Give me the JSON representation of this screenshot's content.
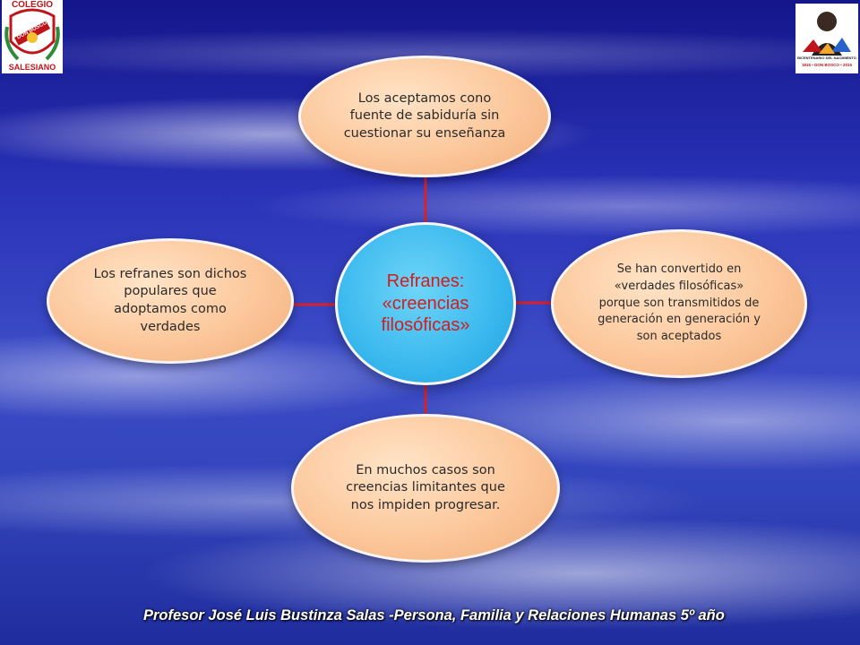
{
  "diagram": {
    "center": "Refranes: «creencias filosóficas»",
    "nodes": {
      "top": "Los aceptamos cono fuente de sabiduría sin cuestionar su enseñanza",
      "left": "Los refranes son dichos populares que adoptamos como verdades",
      "right": "Se han convertido en «verdades filosóficas» porque son transmitidos de generación en generación y son aceptados",
      "bottom": "En muchos casos son creencias limitantes que nos impiden progresar."
    },
    "connector_color": "#d8212a"
  },
  "logos": {
    "left_top_text": "COLEGIO",
    "left_bottom_text": "SALESIANO",
    "left_banner_text": "DON BOSCO",
    "right_caption": "BICENTENARIO DEL NACIMIENTO",
    "right_years": "1815 • DON BOSCO • 2015"
  },
  "footer": {
    "text": "Profesor José Luis Bustinza Salas -Persona, Familia y Relaciones Humanas 5º año"
  }
}
